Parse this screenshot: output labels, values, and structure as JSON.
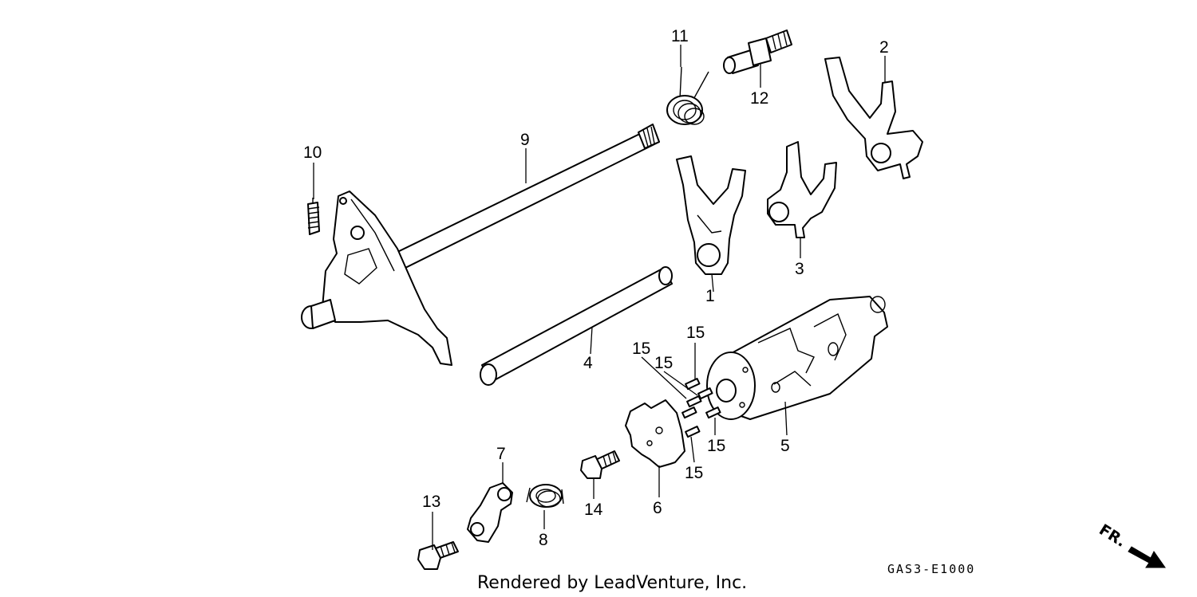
{
  "diagram": {
    "callouts": {
      "c1": "1",
      "c2": "2",
      "c3": "3",
      "c4": "4",
      "c5": "5",
      "c6": "6",
      "c7": "7",
      "c8": "8",
      "c9": "9",
      "c10": "10",
      "c11": "11",
      "c12": "12",
      "c13": "13",
      "c14": "14",
      "c15a": "15",
      "c15b": "15",
      "c15c": "15",
      "c15d": "15",
      "c15e": "15"
    },
    "credit": "Rendered by LeadVenture, Inc.",
    "drawing_code": "GAS3-E1000",
    "front_indicator": "FR."
  }
}
